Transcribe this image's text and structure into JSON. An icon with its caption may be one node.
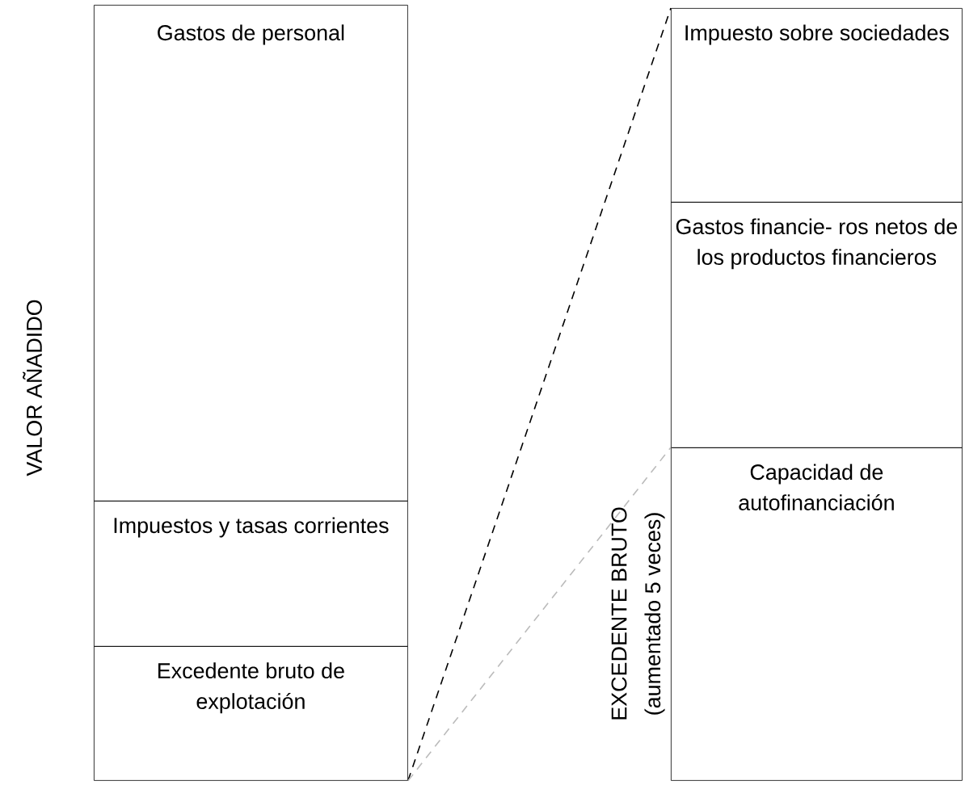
{
  "diagram": {
    "nodes": [
      {
        "text": [
          "Gastos de personal"
        ]
      },
      {
        "text": [
          "Impuestos y tasas corrientes"
        ]
      },
      {
        "text": [
          "Excedente bruto de explotación"
        ]
      },
      {
        "text": [
          "Impuesto sobre sociedades"
        ]
      },
      {
        "text": [
          "Gastos financie- ros netos de los productos financieros"
        ]
      },
      {
        "text": [
          "Capacidad de autofinanciación"
        ]
      }
    ],
    "edges": [
      {
        "from": 2,
        "to": 3,
        "arrow": "none",
        "style": "dashed"
      },
      {
        "from": 2,
        "to": 5,
        "arrow": "none",
        "style": "dashed",
        "color": "#bbbbbb"
      }
    ],
    "labels": [
      "VALOR AÑADIDO",
      "EXCEDENTE BRUTO",
      "(aumentado 5 veces)"
    ]
  }
}
